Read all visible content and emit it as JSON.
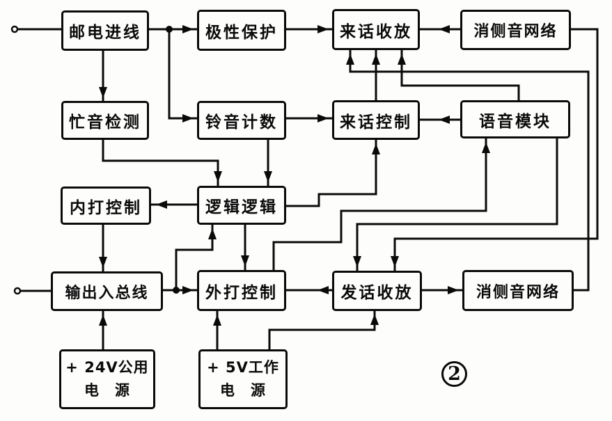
{
  "figure": {
    "number": "2"
  },
  "nodes": {
    "postal_line_in": "邮电进线",
    "polarity_protection": "极性保护",
    "incoming_call_transceiver": "来话收放",
    "sidetone_cancel_network_top": "消侧音网络",
    "busy_tone_detection": "忙音检测",
    "ring_tone_counting": "铃音计数",
    "incoming_call_control": "来话控制",
    "voice_module": "语音模块",
    "internal_call_control": "内打控制",
    "logic_control": "逻辑逻辑",
    "io_bus": "输出入总线",
    "external_call_control": "外打控制",
    "outgoing_call_transceiver": "发话收放",
    "sidetone_cancel_network_bottom": "消侧音网络",
    "power_24v_line1": "+ 24V公用",
    "power_24v_line2": "电　源",
    "power_5v_line1": "+ 5V工作",
    "power_5v_line2": "电　源"
  },
  "connections": [
    {
      "from": "line_terminal_top",
      "to": "postal_line_in"
    },
    {
      "from": "postal_line_in",
      "to": "polarity_protection"
    },
    {
      "from": "postal_line_in",
      "to": "busy_tone_detection"
    },
    {
      "from": "postal_line_in",
      "to": "ring_tone_counting"
    },
    {
      "from": "polarity_protection",
      "to": "incoming_call_transceiver"
    },
    {
      "from": "sidetone_cancel_network_top",
      "to": "incoming_call_transceiver"
    },
    {
      "from": "sidetone_cancel_network_top",
      "to": "outgoing_call_transceiver"
    },
    {
      "from": "busy_tone_detection",
      "to": "logic_control"
    },
    {
      "from": "ring_tone_counting",
      "to": "logic_control"
    },
    {
      "from": "ring_tone_counting",
      "to": "incoming_call_control"
    },
    {
      "from": "voice_module",
      "to": "incoming_call_control"
    },
    {
      "from": "logic_control",
      "to": "incoming_call_control"
    },
    {
      "from": "logic_control",
      "to": "internal_call_control"
    },
    {
      "from": "logic_control",
      "to": "external_call_control"
    },
    {
      "from": "incoming_call_control",
      "to": "incoming_call_transceiver"
    },
    {
      "from": "voice_module",
      "to": "incoming_call_transceiver"
    },
    {
      "from": "sidetone_cancel_network_bottom",
      "to": "incoming_call_transceiver"
    },
    {
      "from": "internal_call_control",
      "to": "io_bus"
    },
    {
      "from": "line_terminal_bottom",
      "to": "io_bus"
    },
    {
      "from": "io_bus",
      "to": "external_call_control"
    },
    {
      "from": "io_bus",
      "to": "logic_control"
    },
    {
      "from": "external_call_control",
      "to": "voice_module"
    },
    {
      "from": "voice_module",
      "to": "outgoing_call_transceiver"
    },
    {
      "from": "outgoing_call_transceiver",
      "to": "external_call_control"
    },
    {
      "from": "outgoing_call_transceiver",
      "to": "sidetone_cancel_network_bottom"
    },
    {
      "from": "power_24v",
      "to": "io_bus"
    },
    {
      "from": "power_5v",
      "to": "external_call_control"
    },
    {
      "from": "power_5v",
      "to": "outgoing_call_transceiver"
    }
  ]
}
